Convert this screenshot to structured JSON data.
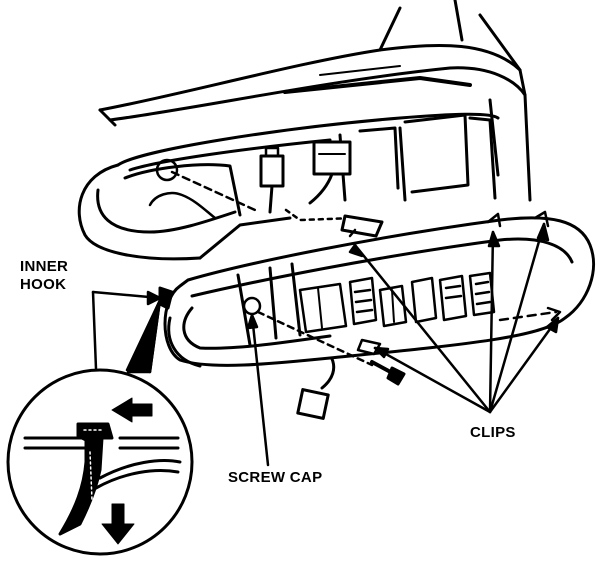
{
  "labels": {
    "inner_hook_line1": "INNER",
    "inner_hook_line2": "HOOK",
    "clips": "CLIPS",
    "screw_cap": "SCREW CAP"
  },
  "colors": {
    "ink": "#000000",
    "paper": "#ffffff"
  }
}
